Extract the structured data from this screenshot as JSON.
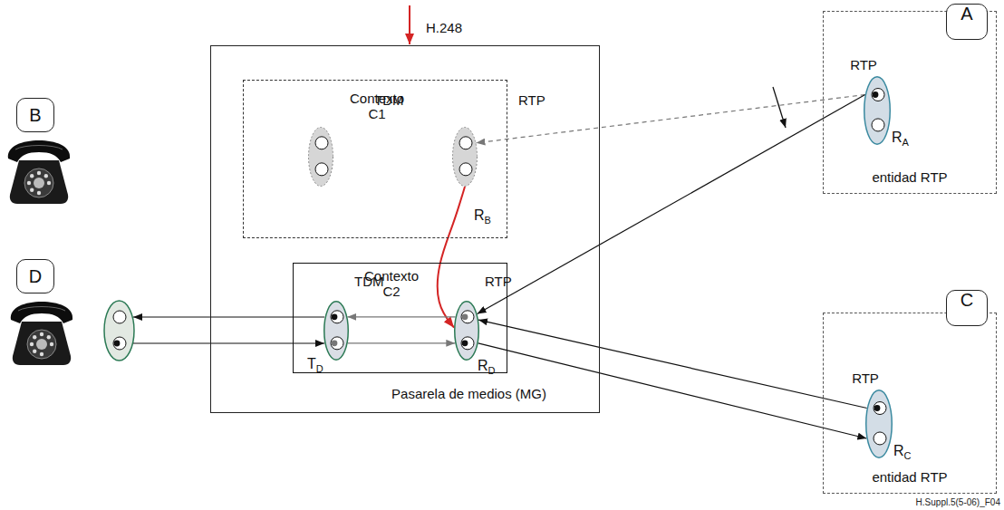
{
  "diagram": {
    "nodes": [
      {
        "text": [
          "B"
        ]
      },
      {
        "text": [
          "D"
        ]
      },
      {
        "text": [
          "Pasarela de medios (MG)"
        ]
      },
      {
        "text": [
          "Contexto C1"
        ],
        "in": 2
      },
      {
        "text": [
          "TDM"
        ],
        "in": 3
      },
      {
        "text": [
          "RTP",
          "RB"
        ],
        "in": 3
      },
      {
        "text": [
          "Contexto C2"
        ],
        "in": 2
      },
      {
        "text": [
          "TDM",
          "TD"
        ],
        "in": 6
      },
      {
        "text": [
          "RTP",
          "RD"
        ],
        "in": 6
      },
      {
        "text": [
          "entidad RTP"
        ]
      },
      {
        "text": [
          "A"
        ],
        "in": 9
      },
      {
        "text": [
          "RTP",
          "RA"
        ],
        "in": 9
      },
      {
        "text": [
          "entidad RTP"
        ]
      },
      {
        "text": [
          "C"
        ],
        "in": 12
      },
      {
        "text": [
          "RTP",
          "RC"
        ],
        "in": 12
      }
    ],
    "edges": [
      {
        "from": 11,
        "to": 5,
        "arrow": "to"
      },
      {
        "from": 11,
        "to": 8,
        "arrow": "to"
      },
      {
        "from": 5,
        "to": 8,
        "arrow": "to"
      },
      {
        "from": 8,
        "to": 14,
        "arrow": "to"
      },
      {
        "from": 14,
        "to": 8,
        "arrow": "to"
      },
      {
        "from": 8,
        "to": 7,
        "arrow": "to"
      },
      {
        "from": 7,
        "to": 8,
        "arrow": "to"
      }
    ],
    "labels": [
      "H.248",
      "H.Suppl.5(5-06)_F04"
    ]
  }
}
